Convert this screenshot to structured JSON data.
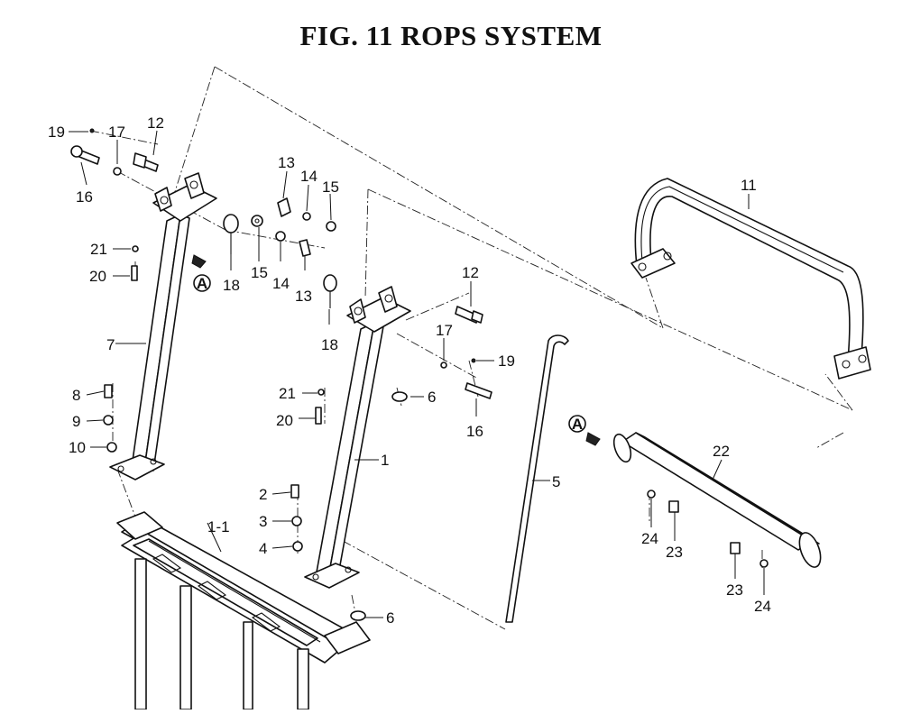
{
  "figure": {
    "title": "FIG. 11  ROPS SYSTEM"
  },
  "callouts": {
    "c1": "1",
    "c1_1": "1-1",
    "c2": "2",
    "c3": "3",
    "c4": "4",
    "c5": "5",
    "c6a": "6",
    "c6b": "6",
    "c7": "7",
    "c8": "8",
    "c9": "9",
    "c10": "10",
    "c11": "11",
    "c12a": "12",
    "c12b": "12",
    "c13a": "13",
    "c13b": "13",
    "c14a": "14",
    "c14b": "14",
    "c15a": "15",
    "c15b": "15",
    "c16a": "16",
    "c16b": "16",
    "c17a": "17",
    "c17b": "17",
    "c18a": "18",
    "c18b": "18",
    "c19a": "19",
    "c19b": "19",
    "c20a": "20",
    "c20b": "20",
    "c21a": "21",
    "c21b": "21",
    "c22": "22",
    "c23a": "23",
    "c23b": "23",
    "c24a": "24",
    "c24b": "24"
  },
  "markers": {
    "ref_a": "A"
  }
}
